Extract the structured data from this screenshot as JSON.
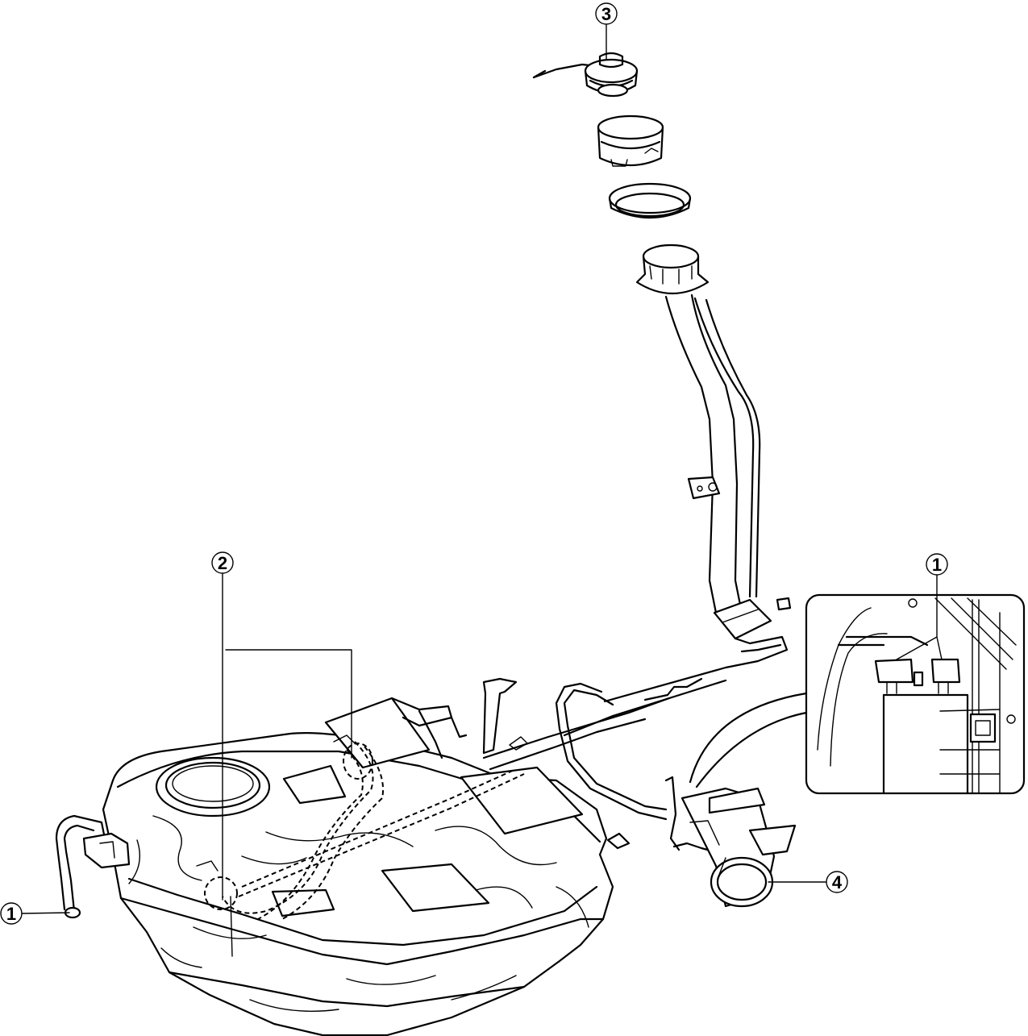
{
  "callouts": {
    "hose_left": "1",
    "pipes": "2",
    "filler_cap": "3",
    "canister": "4",
    "hose_inset": "1"
  }
}
